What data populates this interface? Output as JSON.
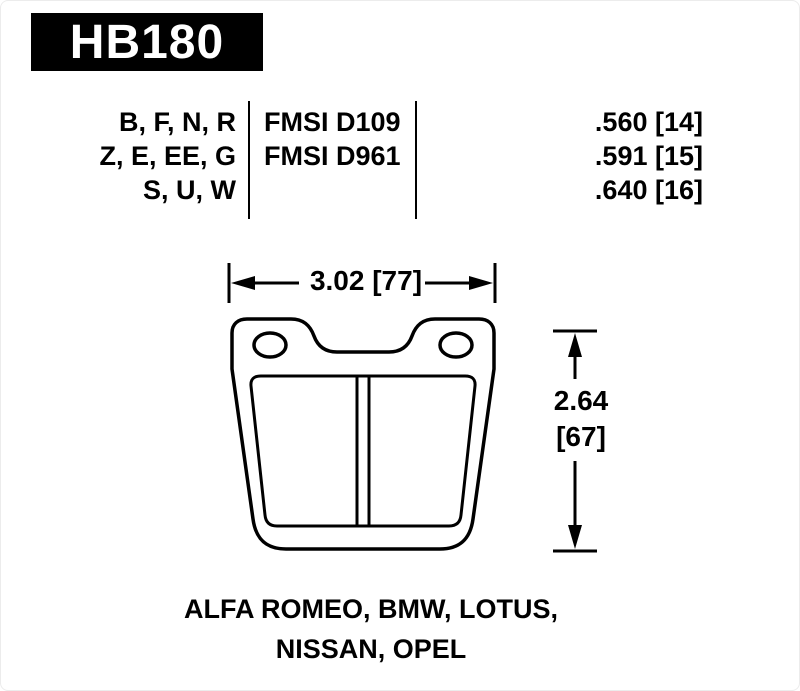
{
  "header": {
    "part_number": "HB180"
  },
  "spec_table": {
    "compounds": [
      "B, F, N, R",
      "Z, E, EE, G",
      "S, U, W"
    ],
    "fmsi": [
      "FMSI D109",
      "FMSI D961"
    ],
    "pad_thickness": [
      ".560 [14]",
      ".591 [15]",
      ".640 [16]"
    ]
  },
  "dimensions": {
    "width_label": "3.02 [77]",
    "height_inches": "2.64",
    "height_mm": "[67]"
  },
  "applications": {
    "line1": "ALFA ROMEO, BMW, LOTUS,",
    "line2": "NISSAN, OPEL"
  },
  "colors": {
    "ink": "#000000",
    "background": "#ffffff",
    "header_text": "#ffffff"
  }
}
